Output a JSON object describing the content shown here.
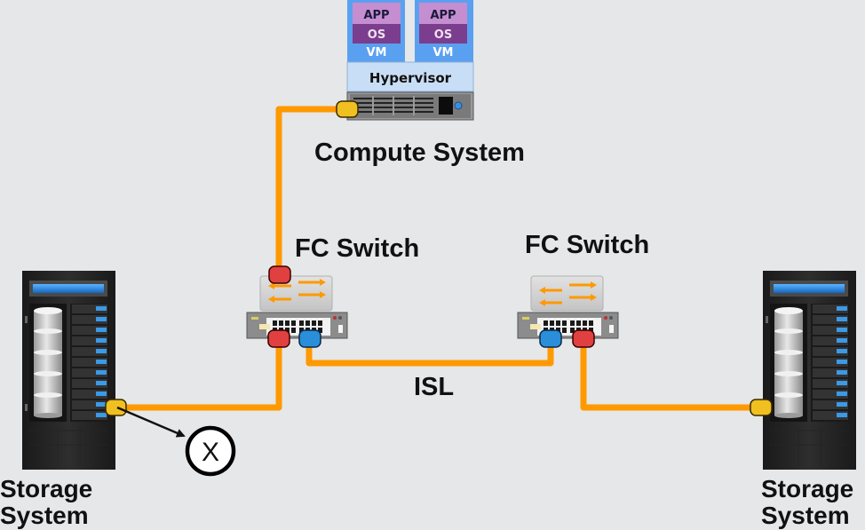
{
  "diagram": {
    "compute_system": {
      "label": "Compute System",
      "hypervisor_label": "Hypervisor",
      "vms": [
        {
          "app": "APP",
          "os": "OS",
          "vm": "VM"
        },
        {
          "app": "APP",
          "os": "OS",
          "vm": "VM"
        }
      ],
      "port": {
        "type": "HBA",
        "color": "#f0c020"
      }
    },
    "fc_switches": [
      {
        "label": "FC Switch",
        "ports": [
          {
            "color": "#e04040"
          },
          {
            "color": "#e04040"
          },
          {
            "color": "#2a8fd8"
          }
        ]
      },
      {
        "label": "FC Switch",
        "ports": [
          {
            "color": "#2a8fd8"
          },
          {
            "color": "#e04040"
          }
        ]
      }
    ],
    "storage_systems": [
      {
        "label_line1": "Storage",
        "label_line2": "System",
        "port_color": "#f0c020"
      },
      {
        "label_line1": "Storage",
        "label_line2": "System",
        "port_color": "#f0c020"
      }
    ],
    "isl_label": "ISL",
    "failure_marker": {
      "symbol": "X"
    },
    "colors": {
      "cable": "#ff9900",
      "background": "#e6e7e8",
      "vm_top": "#c084c8",
      "vm_mid": "#7a3a8a",
      "vm_frame": "#5aa0f0",
      "hypervisor": "#c8def6"
    }
  }
}
